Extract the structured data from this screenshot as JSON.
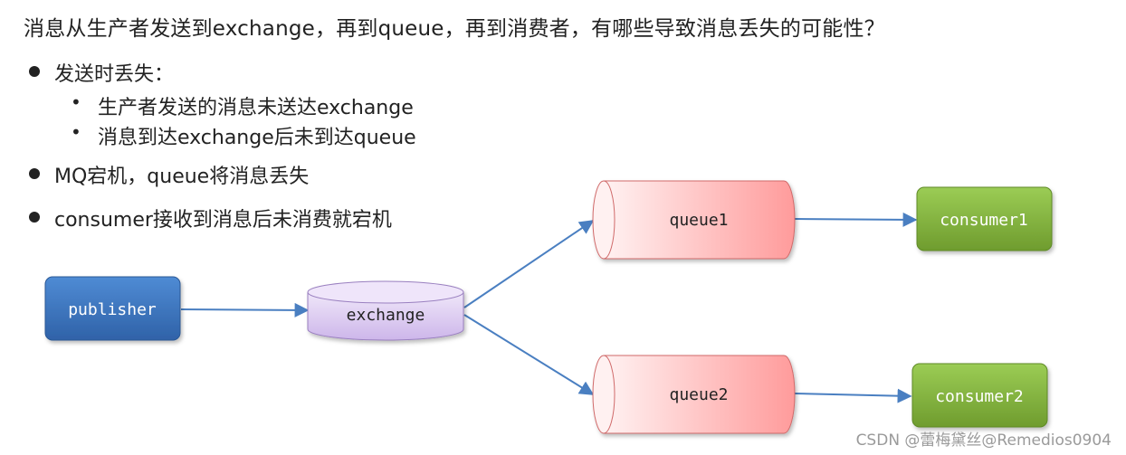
{
  "question": "消息从生产者发送到exchange，再到queue，再到消费者，有哪些导致消息丢失的可能性？",
  "bullets": [
    {
      "text": "发送时丢失：",
      "sub": [
        "生产者发送的消息未送达exchange",
        "消息到达exchange后未到达queue"
      ]
    },
    {
      "text": "MQ宕机，queue将消息丢失"
    },
    {
      "text": "consumer接收到消息后未消费就宕机"
    }
  ],
  "diagram": {
    "publisher": "publisher",
    "exchange": "exchange",
    "queue1": "queue1",
    "queue2": "queue2",
    "consumer1": "consumer1",
    "consumer2": "consumer2",
    "colors": {
      "publisher": "#3a72b8",
      "exchange": "#d9c8ee",
      "queue": "#ffb3b3",
      "consumer": "#84b43c",
      "arrow": "#4a7fc1"
    }
  },
  "watermark": "CSDN @蕾梅黛丝@Remedios0904"
}
